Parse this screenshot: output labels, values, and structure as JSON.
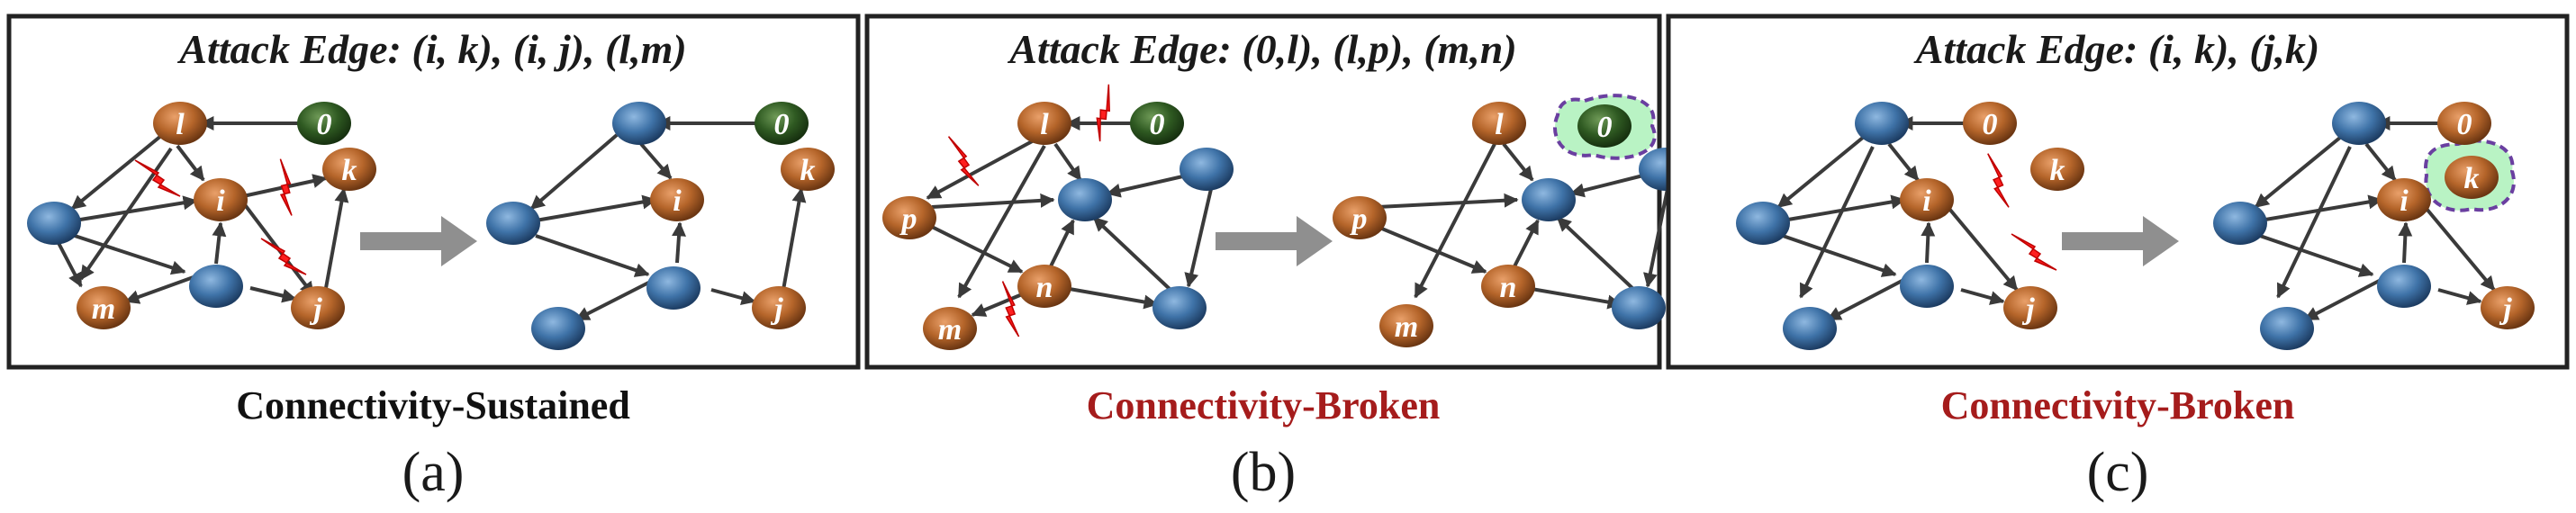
{
  "colors": {
    "blue_node": "#3f73a8",
    "brown_node": "#b5652a",
    "green_node": "#2f5a22",
    "edge": "#3a3a3a",
    "arrow_big": "#8f8f8f",
    "lightning": "#ff1f1f",
    "isolated_fill": "#b9f3c4",
    "isolated_border": "#6a3fa0",
    "status_ok": "#111111",
    "status_broken": "#a51c1c"
  },
  "panels": [
    {
      "id": "a",
      "title": "Attack Edge: (i, k), (i, j), (l,m)",
      "status": "Connectivity-Sustained",
      "status_color": "#111111",
      "caption": "(a)",
      "lightning_icon_count": 3,
      "before_labels": [
        "l",
        "0",
        "i",
        "k",
        "m",
        "j"
      ],
      "after_labels": [
        "0",
        "i",
        "k",
        "j"
      ],
      "isolated_node": ""
    },
    {
      "id": "b",
      "title": "Attack Edge: (0,l), (l,p), (m,n)",
      "status": "Connectivity-Broken",
      "status_color": "#a51c1c",
      "caption": "(b)",
      "lightning_icon_count": 3,
      "before_labels": [
        "l",
        "0",
        "p",
        "n",
        "m"
      ],
      "after_labels": [
        "l",
        "0",
        "p",
        "n",
        "m"
      ],
      "isolated_node": "0"
    },
    {
      "id": "c",
      "title": "Attack Edge: (i, k), (j,k)",
      "status": "Connectivity-Broken",
      "status_color": "#a51c1c",
      "caption": "(c)",
      "lightning_icon_count": 2,
      "before_labels": [
        "0",
        "i",
        "k",
        "j"
      ],
      "after_labels": [
        "0",
        "i",
        "k",
        "j"
      ],
      "isolated_node": "k"
    }
  ]
}
